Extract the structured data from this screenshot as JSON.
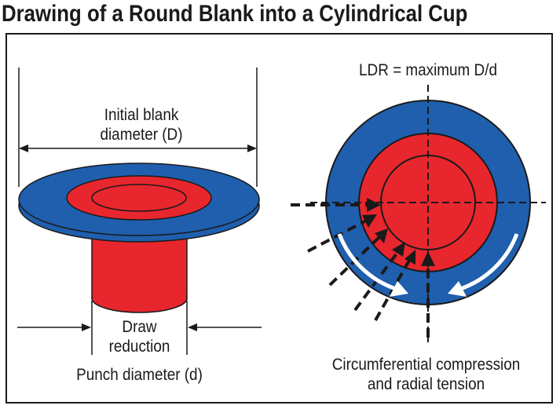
{
  "title": "Drawing of a Round Blank into a Cylindrical Cup",
  "labels": {
    "initial_blank_line1": "Initial blank",
    "initial_blank_line2": "diameter (D)",
    "draw_line1": "Draw",
    "draw_line2": "reduction",
    "punch": "Punch diameter (d)",
    "ldr": "LDR = maximum D/d",
    "circ_line1": "Circumferential compression",
    "circ_line2": "and radial tension"
  },
  "colors": {
    "blue": "#1f5fae",
    "red": "#e8262d",
    "outline": "#1a1a1a",
    "arrow_white": "#ffffff"
  }
}
